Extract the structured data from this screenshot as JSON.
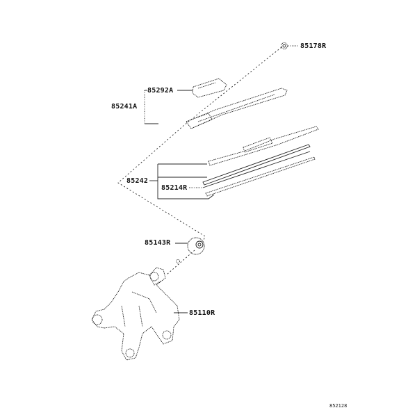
{
  "diagram": {
    "type": "exploded parts diagram - rear wiper",
    "parts": [
      {
        "id": "85178R",
        "label": "85178R"
      },
      {
        "id": "85292A",
        "label": "85292A"
      },
      {
        "id": "85241A",
        "label": "85241A"
      },
      {
        "id": "85242",
        "label": "85242"
      },
      {
        "id": "85214R",
        "label": "85214R"
      },
      {
        "id": "85143R",
        "label": "85143R"
      },
      {
        "id": "85110R",
        "label": "85110R"
      }
    ],
    "figure_code": "852128"
  }
}
